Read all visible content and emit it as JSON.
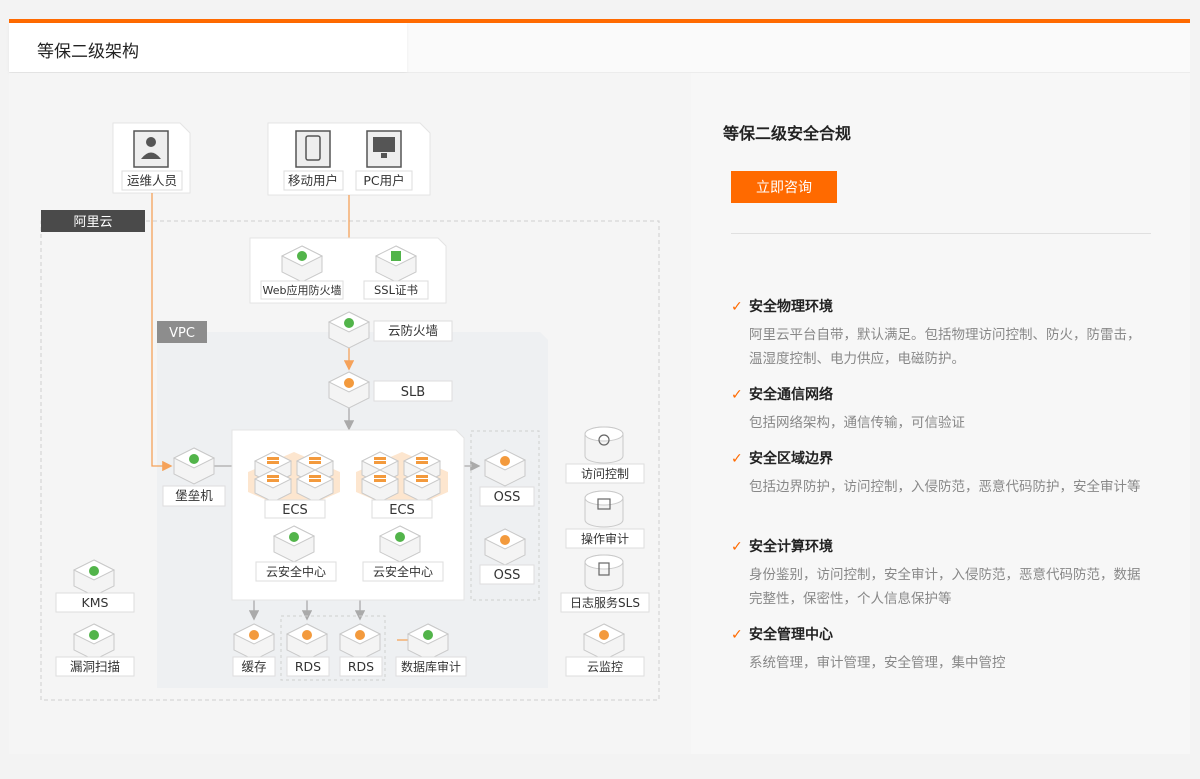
{
  "tab": {
    "label": "等保二级架构"
  },
  "right": {
    "title": "等保二级安全合规",
    "button": "立即咨询",
    "features": [
      {
        "title": "安全物理环境",
        "desc": "阿里云平台自带，默认满足。包括物理访问控制、防火，防雷击，温湿度控制、电力供应，电磁防护。"
      },
      {
        "title": "安全通信网络",
        "desc": "包括网络架构，通信传输，可信验证"
      },
      {
        "title": "安全区域边界",
        "desc": "包括边界防护，访问控制，入侵防范，恶意代码防护，安全审计等"
      },
      {
        "title": "安全计算环境",
        "desc": "身份鉴别，访问控制，安全审计，入侵防范，恶意代码防范，数据完整性，保密性，个人信息保护等"
      },
      {
        "title": "安全管理中心",
        "desc": "系统管理，审计管理，安全管理，集中管控"
      }
    ]
  },
  "diagram": {
    "ops": "运维人员",
    "mobile": "移动用户",
    "pc": "PC用户",
    "aliyun": "阿里云",
    "vpc": "VPC",
    "waf": "Web应用防火墙",
    "ssl": "SSL证书",
    "firewall": "云防火墙",
    "slb": "SLB",
    "bastion": "堡垒机",
    "ecs1": "ECS",
    "ecs2": "ECS",
    "oss1": "OSS",
    "oss2": "OSS",
    "sec1": "云安全中心",
    "sec2": "云安全中心",
    "access": "访问控制",
    "opaudit": "操作审计",
    "sls": "日志服务SLS",
    "monitor": "云监控",
    "kms": "KMS",
    "vuln": "漏洞扫描",
    "cache": "缓存",
    "rds1": "RDS",
    "rds2": "RDS",
    "dbaudit": "数据库审计"
  },
  "colors": {
    "accent": "#ff6a00",
    "green": "#52b44a",
    "gray": "#9a9a9a"
  }
}
